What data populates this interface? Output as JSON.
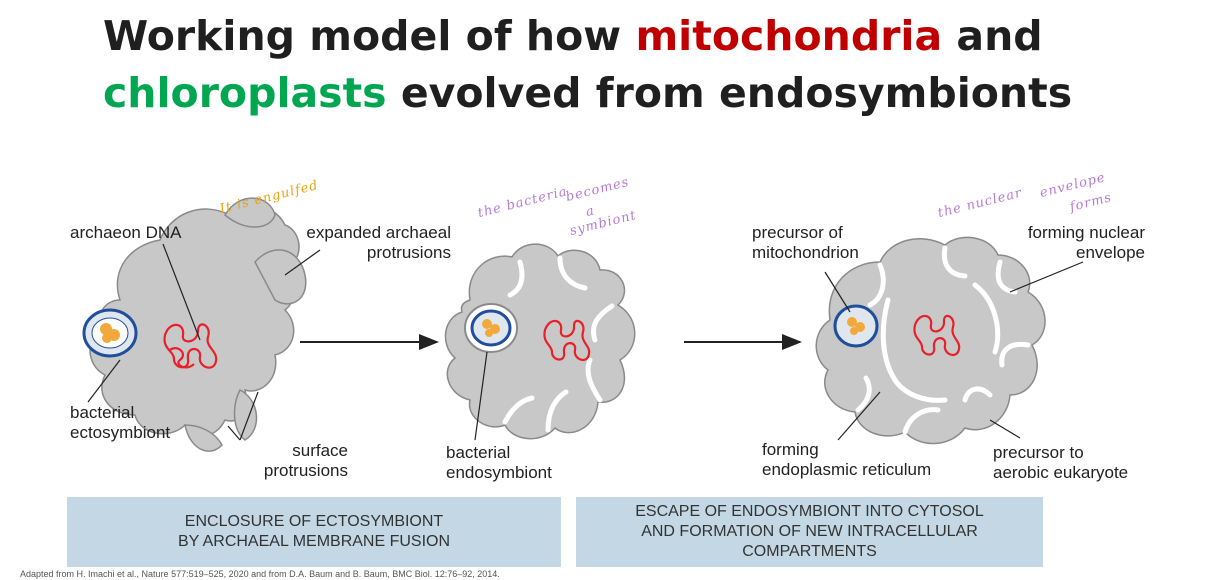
{
  "title": {
    "part1": "Working model of how ",
    "mitochondria": "mitochondria",
    "part2": " and",
    "chloroplasts": "chloroplasts",
    "part3": " evolved from endosymbionts"
  },
  "labels": {
    "archaeon_dna": "archaeon DNA",
    "expanded_line1": "expanded archaeal",
    "expanded_line2": "protrusions",
    "bacterial_ecto_line1": "bacterial",
    "bacterial_ecto_line2": "ectosymbiont",
    "surface_line1": "surface",
    "surface_line2": "protrusions",
    "bacterial_endo_line1": "bacterial",
    "bacterial_endo_line2": "endosymbiont",
    "precursor_mito_line1": "precursor of",
    "precursor_mito_line2": "mitochondrion",
    "forming_nuclear_line1": "forming nuclear",
    "forming_nuclear_line2": "envelope",
    "forming_er_line1": "forming",
    "forming_er_line2": "endoplasmic reticulum",
    "precursor_aerobic_line1": "precursor to",
    "precursor_aerobic_line2": "aerobic eukaryote"
  },
  "handwriting": {
    "note1": "It is engulfed",
    "note2_line1": "the bacteria",
    "note2_line2": "becomes",
    "note2_line3": "a",
    "note2_line4": "symbiont",
    "note3_line1": "the nuclear",
    "note3_line2": "envelope",
    "note3_line3": "forms"
  },
  "panels": {
    "left_line1": "ENCLOSURE OF ECTOSYMBIONT",
    "left_line2": "BY ARCHAEAL MEMBRANE FUSION",
    "right_line1": "ESCAPE OF ENDOSYMBIONT INTO CYTOSOL",
    "right_line2": "AND FORMATION OF NEW INTRACELLULAR",
    "right_line3": "COMPARTMENTS"
  },
  "credit": "Adapted from H. Imachi et al., Nature 577:519–525, 2020 and from D.A. Baum and B. Baum, BMC Biol. 12:76–92, 2014.",
  "colors": {
    "title_red": "#c00000",
    "title_green": "#00a650",
    "cell_fill": "#c8c8c8",
    "cell_stroke": "#8a8a8a",
    "dna": "#e8202a",
    "bacterium_ring": "#1f4e9c",
    "bacterium_core": "#f2a93b",
    "panel_fill": "#c3d7e4"
  }
}
